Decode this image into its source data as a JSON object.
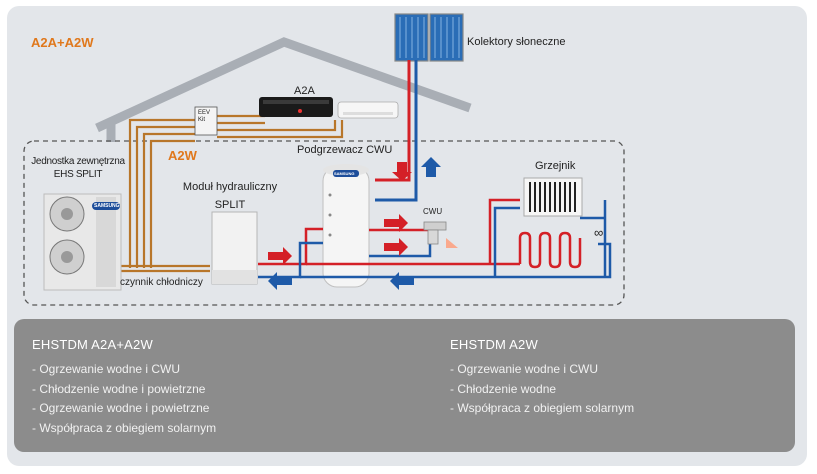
{
  "labels": {
    "system_a2a_a2w": "A2A+A2W",
    "system_a2w": "A2W",
    "solar_collectors": "Kolektory słoneczne",
    "a2a": "A2A",
    "eev_kit_line1": "EEV",
    "eev_kit_line2": "Kit",
    "outdoor_unit_line1": "Jednostka zewnętrzna",
    "outdoor_unit_line2": "EHS SPLIT",
    "hydro_module_line1": "Moduł hydrauliczny",
    "hydro_module_line2": "SPLIT",
    "dhw_heater": "Podgrzewacz CWU",
    "dhw_tap": "CWU",
    "radiator": "Grzejnik",
    "refrigerant": "czynnik chłodniczy",
    "infinity_symbol": "∞",
    "tank_brand": "SAMSUNG",
    "outdoor_brand": "SAMSUNG"
  },
  "models": [
    {
      "heading": "EHSTDM A2A+A2W",
      "features": [
        "- Ogrzewanie wodne i CWU",
        "- Chłodzenie wodne i powietrzne",
        "- Ogrzewanie wodne i powietrzne",
        "- Współpraca z obiegiem solarnym"
      ]
    },
    {
      "heading": "EHSTDM A2W",
      "features": [
        "- Ogrzewanie wodne i CWU",
        "- Chłodzenie wodne",
        "- Współpraca z obiegiem solarnym"
      ]
    }
  ],
  "colors": {
    "panel": "#e3e6ea",
    "house_outline": "#a9aeb5",
    "refrigerant_pipe": "#b8762a",
    "hot_pipe": "#d42027",
    "cold_pipe": "#1e5aa8",
    "accent_orange": "#e0781c",
    "bottom_panel": "#8c8c8c"
  }
}
